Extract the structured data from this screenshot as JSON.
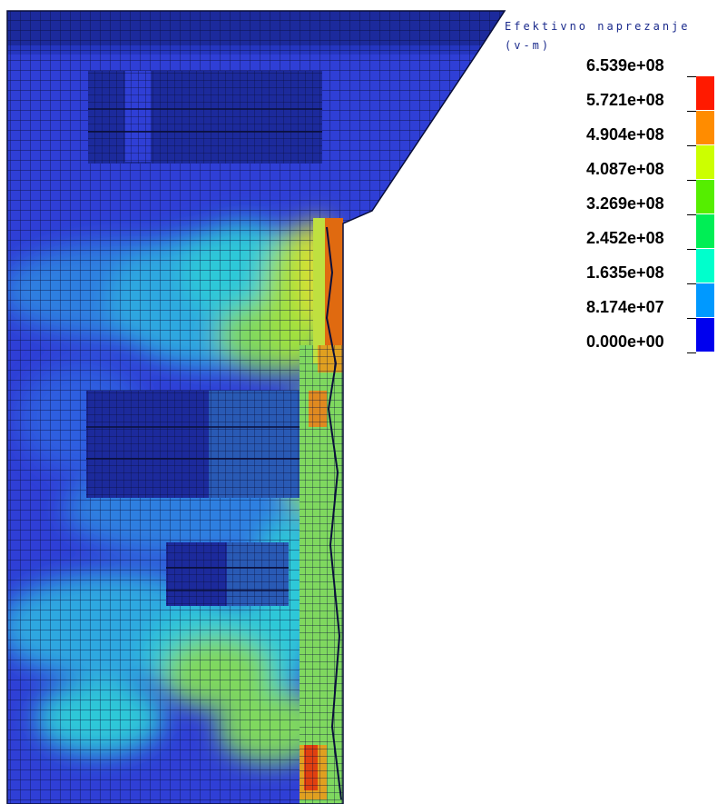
{
  "legend": {
    "title": "Efektivno naprezanje",
    "unit": "(v-m)",
    "levels": [
      {
        "label": "6.539e+08",
        "color": "#ff1a00"
      },
      {
        "label": "5.721e+08",
        "color": "#ff8c00"
      },
      {
        "label": "4.904e+08",
        "color": "#ccff00"
      },
      {
        "label": "4.087e+08",
        "color": "#55ee00"
      },
      {
        "label": "3.269e+08",
        "color": "#00ee55"
      },
      {
        "label": "2.452e+08",
        "color": "#00ffcc"
      },
      {
        "label": "1.635e+08",
        "color": "#0099ff"
      },
      {
        "label": "8.174e+07",
        "color": "#0000ee"
      },
      {
        "label": "0.000e+00",
        "color": ""
      }
    ]
  },
  "colors": {
    "mesh_base": "#2f3fd6",
    "mesh_dark": "#1c2a9c",
    "mesh_line": "#0a0f3a",
    "low_blue": "#2f7fe0",
    "cyan": "#2fc8d8",
    "light_green": "#7fd85f",
    "yellow": "#e0e030",
    "red": "#e63010"
  }
}
